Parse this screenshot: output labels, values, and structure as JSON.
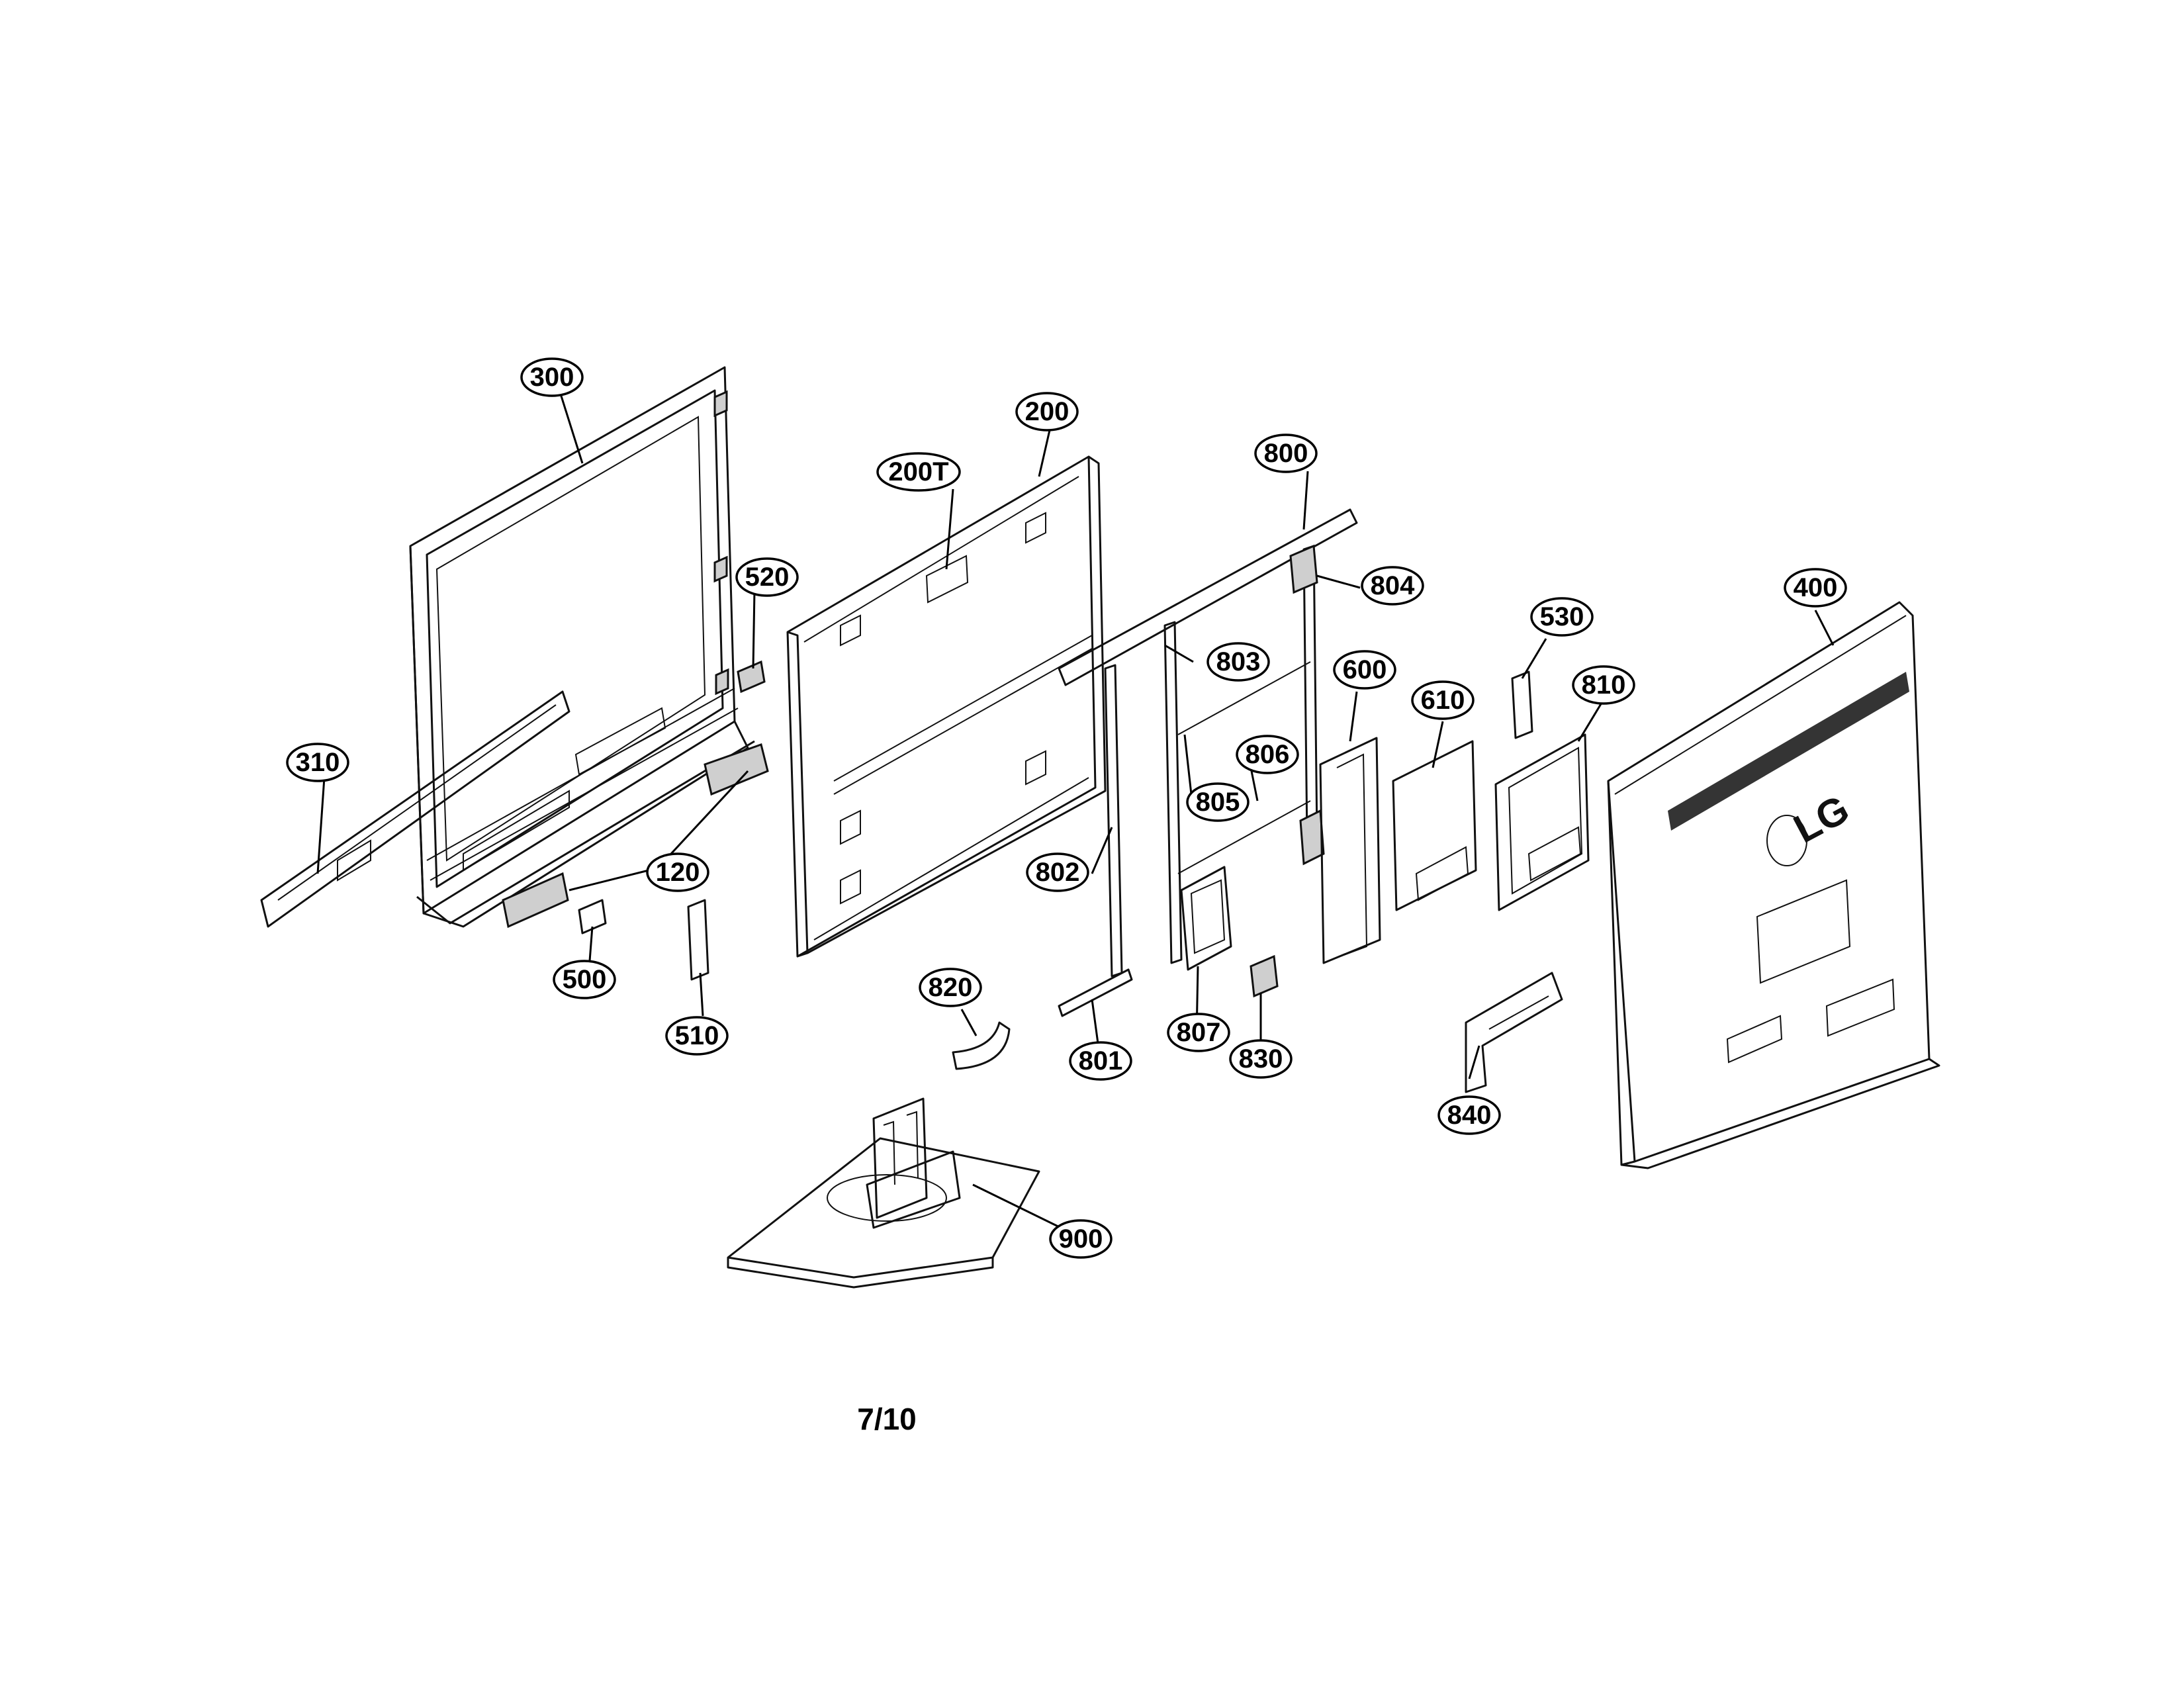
{
  "diagram": {
    "callouts": [
      {
        "id": "300",
        "label": "300"
      },
      {
        "id": "310",
        "label": "310"
      },
      {
        "id": "120",
        "label": "120"
      },
      {
        "id": "500",
        "label": "500"
      },
      {
        "id": "510",
        "label": "510"
      },
      {
        "id": "520",
        "label": "520"
      },
      {
        "id": "200",
        "label": "200"
      },
      {
        "id": "200T",
        "label": "200T"
      },
      {
        "id": "800",
        "label": "800"
      },
      {
        "id": "804",
        "label": "804"
      },
      {
        "id": "803",
        "label": "803"
      },
      {
        "id": "806",
        "label": "806"
      },
      {
        "id": "805",
        "label": "805"
      },
      {
        "id": "802",
        "label": "802"
      },
      {
        "id": "801",
        "label": "801"
      },
      {
        "id": "807",
        "label": "807"
      },
      {
        "id": "830",
        "label": "830"
      },
      {
        "id": "820",
        "label": "820"
      },
      {
        "id": "900",
        "label": "900"
      },
      {
        "id": "600",
        "label": "600"
      },
      {
        "id": "610",
        "label": "610"
      },
      {
        "id": "530",
        "label": "530"
      },
      {
        "id": "810",
        "label": "810"
      },
      {
        "id": "400",
        "label": "400"
      },
      {
        "id": "840",
        "label": "840"
      }
    ],
    "logo_text": "LG",
    "page_number": "7/10"
  }
}
